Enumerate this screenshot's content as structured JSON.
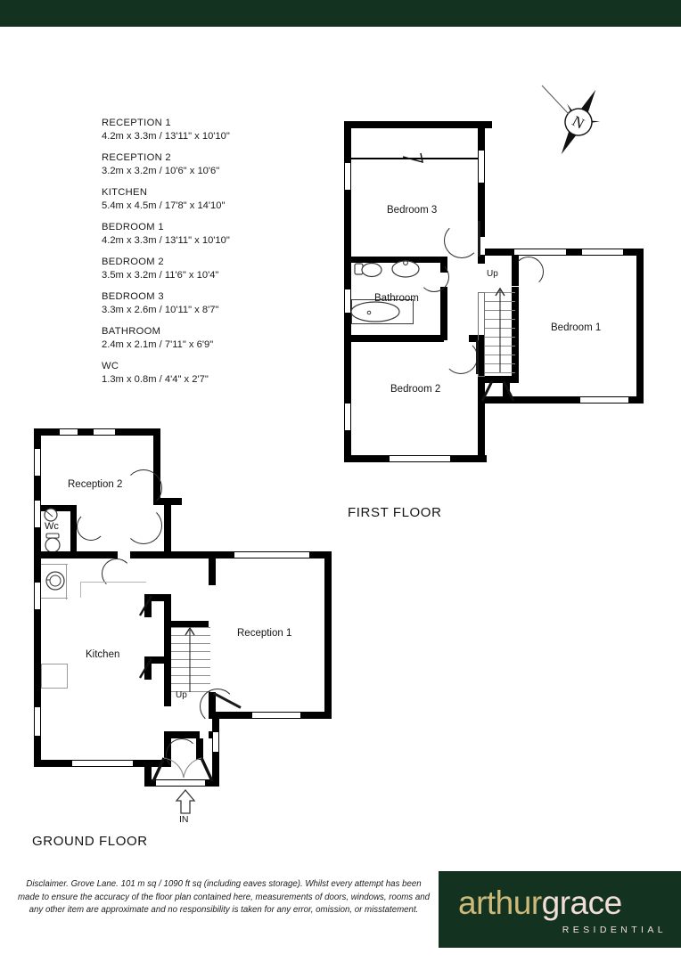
{
  "document": {
    "type": "floor-plan",
    "property": "Grove Lane"
  },
  "schedule": {
    "rows": [
      {
        "name": "RECEPTION 1",
        "dims": "4.2m x 3.3m / 13'11\" x 10'10\""
      },
      {
        "name": "RECEPTION 2",
        "dims": "3.2m x 3.2m / 10'6\" x 10'6\""
      },
      {
        "name": "KITCHEN",
        "dims": "5.4m x 4.5m / 17'8\" x 14'10\""
      },
      {
        "name": "BEDROOM 1",
        "dims": "4.2m x 3.3m / 13'11\" x 10'10\""
      },
      {
        "name": "BEDROOM 2",
        "dims": "3.5m x 3.2m / 11'6\" x 10'4\""
      },
      {
        "name": "BEDROOM 3",
        "dims": "3.3m x 2.6m / 10'11\" x 8'7\""
      },
      {
        "name": "BATHROOM",
        "dims": "2.4m x 2.1m / 7'11\" x 6'9\""
      },
      {
        "name": "WC",
        "dims": "1.3m x 0.8m / 4'4\" x 2'7\""
      }
    ]
  },
  "compass": {
    "label": "N"
  },
  "first_floor": {
    "title": "FIRST FLOOR",
    "rooms": {
      "bedroom3": "Bedroom 3",
      "bedroom2": "Bedroom 2",
      "bedroom1": "Bedroom 1",
      "bathroom": "Bathroom"
    },
    "stairs_label": "Up"
  },
  "ground_floor": {
    "title": "GROUND FLOOR",
    "rooms": {
      "reception2": "Reception 2",
      "reception1": "Reception 1",
      "kitchen": "Kitchen",
      "wc": "Wc"
    },
    "stairs_label": "Up",
    "entrance_label": "IN"
  },
  "footer": {
    "disclaimer": "Disclaimer. Grove Lane. 101 m sq / 1090 ft sq (including eaves storage). Whilst every attempt has been made to ensure the accuracy of the floor plan contained here, measurements of doors, windows, rooms and any other item are approximate and no responsibility is taken for any error, omission, or misstatement.",
    "logo": {
      "word1": "arthur",
      "word2": "grace",
      "subtitle": "RESIDENTIAL",
      "background_color": "#13321f",
      "word1_color": "#cdb97a",
      "word2_color": "#f1ded6"
    }
  }
}
